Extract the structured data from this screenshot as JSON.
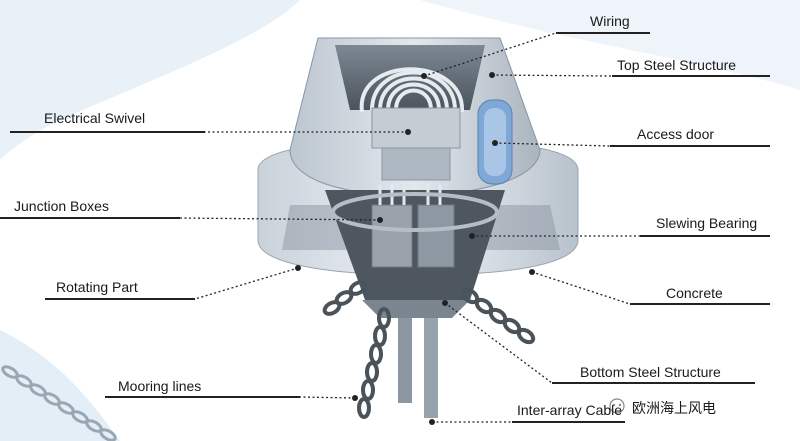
{
  "labels": {
    "wiring": "Wiring",
    "top_steel": "Top Steel Structure",
    "electrical_swivel": "Electrical Swivel",
    "access_door": "Access door",
    "junction_boxes": "Junction Boxes",
    "slewing_bearing": "Slewing Bearing",
    "rotating_part": "Rotating Part",
    "concrete": "Concrete",
    "mooring_lines": "Mooring lines",
    "bottom_steel": "Bottom Steel Structure",
    "inter_array": "Inter-array Cable"
  },
  "watermark": {
    "text": "欧洲海上风电"
  },
  "colors": {
    "background_wave": "#e4eef7",
    "structure_light": "#d6dde4",
    "structure_mid": "#a9b4bf",
    "structure_dark": "#5e6770",
    "door_blue": "#7fa8d6",
    "line": "#222222"
  }
}
